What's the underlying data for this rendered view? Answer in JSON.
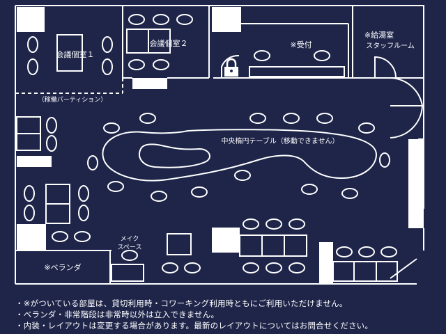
{
  "colors": {
    "background": "#1e2549",
    "line": "#ffffff",
    "fill": "#ffffff"
  },
  "rooms": {
    "meeting_room_1": "会議個室１",
    "meeting_room_2": "会議個室２",
    "reception": "※受付",
    "kitchen": "※給湯室",
    "staff_room": "スタッフルーム",
    "partition": "（稼働パーティション）",
    "central_table": "中央楕円テーブル（移動できません）",
    "makeup_space_line1": "メイク",
    "makeup_space_line2": "スペース",
    "veranda": "※ベランダ"
  },
  "icons": {
    "lock": "lock-icon"
  },
  "notes": [
    "・※がついている部屋は、貸切利用時・コワーキング利用時ともにご利用いただけません。",
    "・ベランダ・非常階段は非常時以外は立入できません。",
    "・内装・レイアウトは変更する場合があります。最新のレイアウトについてはお問合せください。"
  ]
}
